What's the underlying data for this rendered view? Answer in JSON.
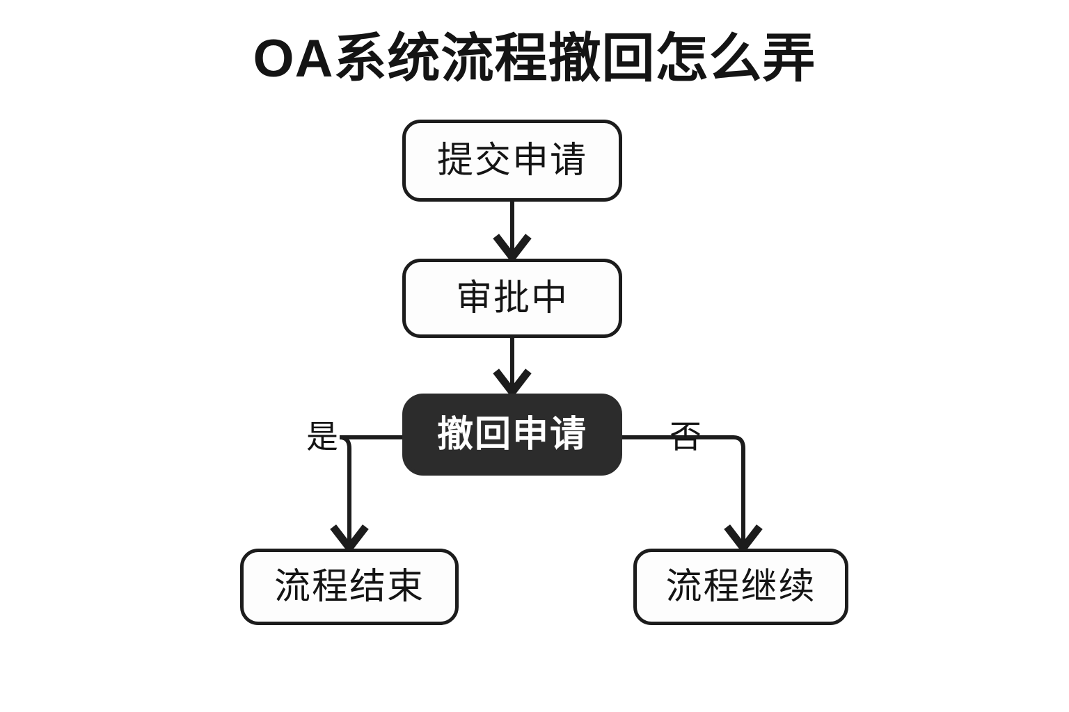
{
  "page": {
    "title": "OA系统流程撤回怎么弄",
    "background_color": "#ffffff",
    "line_color": "#1c1c1c",
    "accent_dark": "#2c2c2c"
  },
  "chart_data": {
    "type": "diagram",
    "title": "OA系统流程撤回怎么弄",
    "nodes": [
      {
        "id": "submit",
        "label": "提交申请",
        "style": "light",
        "shape": "rounded-rect"
      },
      {
        "id": "approval",
        "label": "审批中",
        "style": "light",
        "shape": "rounded-rect"
      },
      {
        "id": "withdraw",
        "label": "撤回申请",
        "style": "dark",
        "shape": "rounded-rect"
      },
      {
        "id": "end",
        "label": "流程结束",
        "style": "light",
        "shape": "rounded-rect"
      },
      {
        "id": "continue",
        "label": "流程继续",
        "style": "light",
        "shape": "rounded-rect"
      }
    ],
    "edges": [
      {
        "from": "submit",
        "to": "approval",
        "label": ""
      },
      {
        "from": "approval",
        "to": "withdraw",
        "label": ""
      },
      {
        "from": "withdraw",
        "to": "end",
        "label": "是"
      },
      {
        "from": "withdraw",
        "to": "continue",
        "label": "否"
      }
    ]
  },
  "flow": {
    "nodes": {
      "submit": {
        "label": "提交申请"
      },
      "approval": {
        "label": "审批中"
      },
      "withdraw": {
        "label": "撤回申请"
      },
      "end": {
        "label": "流程结束"
      },
      "continue": {
        "label": "流程继续"
      }
    },
    "branches": {
      "yes": "是",
      "no": "否"
    }
  }
}
